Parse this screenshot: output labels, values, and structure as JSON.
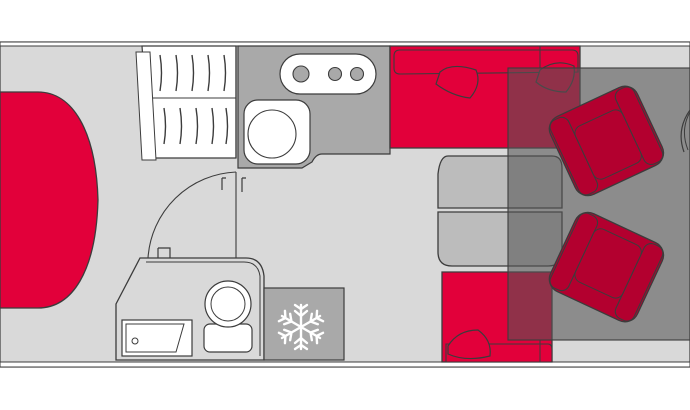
{
  "floorplan": {
    "colors": {
      "floor": "#d9d9d9",
      "wall": "#ffffff",
      "outline": "#3c3c3c",
      "fabric": "#e2003a",
      "fabric_dark": "#b3002f",
      "cabinet": "#a9a9a9",
      "table": "#bcbcbc",
      "overlay": "#555555",
      "white": "#ffffff"
    },
    "rooms": [
      {
        "name": "bed",
        "fill": "fabric"
      },
      {
        "name": "wardrobe",
        "fill": "white"
      },
      {
        "name": "kitchen-counter",
        "fill": "cabinet"
      },
      {
        "name": "bathroom",
        "fill": "floor"
      },
      {
        "name": "fridge",
        "fill": "cabinet"
      },
      {
        "name": "dinette",
        "fill": "table"
      },
      {
        "name": "cab",
        "fill": "overlay"
      }
    ],
    "icons": [
      "snowflake-icon",
      "toilet-icon",
      "sink-icon",
      "stove-burner-icon",
      "armchair-icon",
      "cushion-icon"
    ]
  }
}
